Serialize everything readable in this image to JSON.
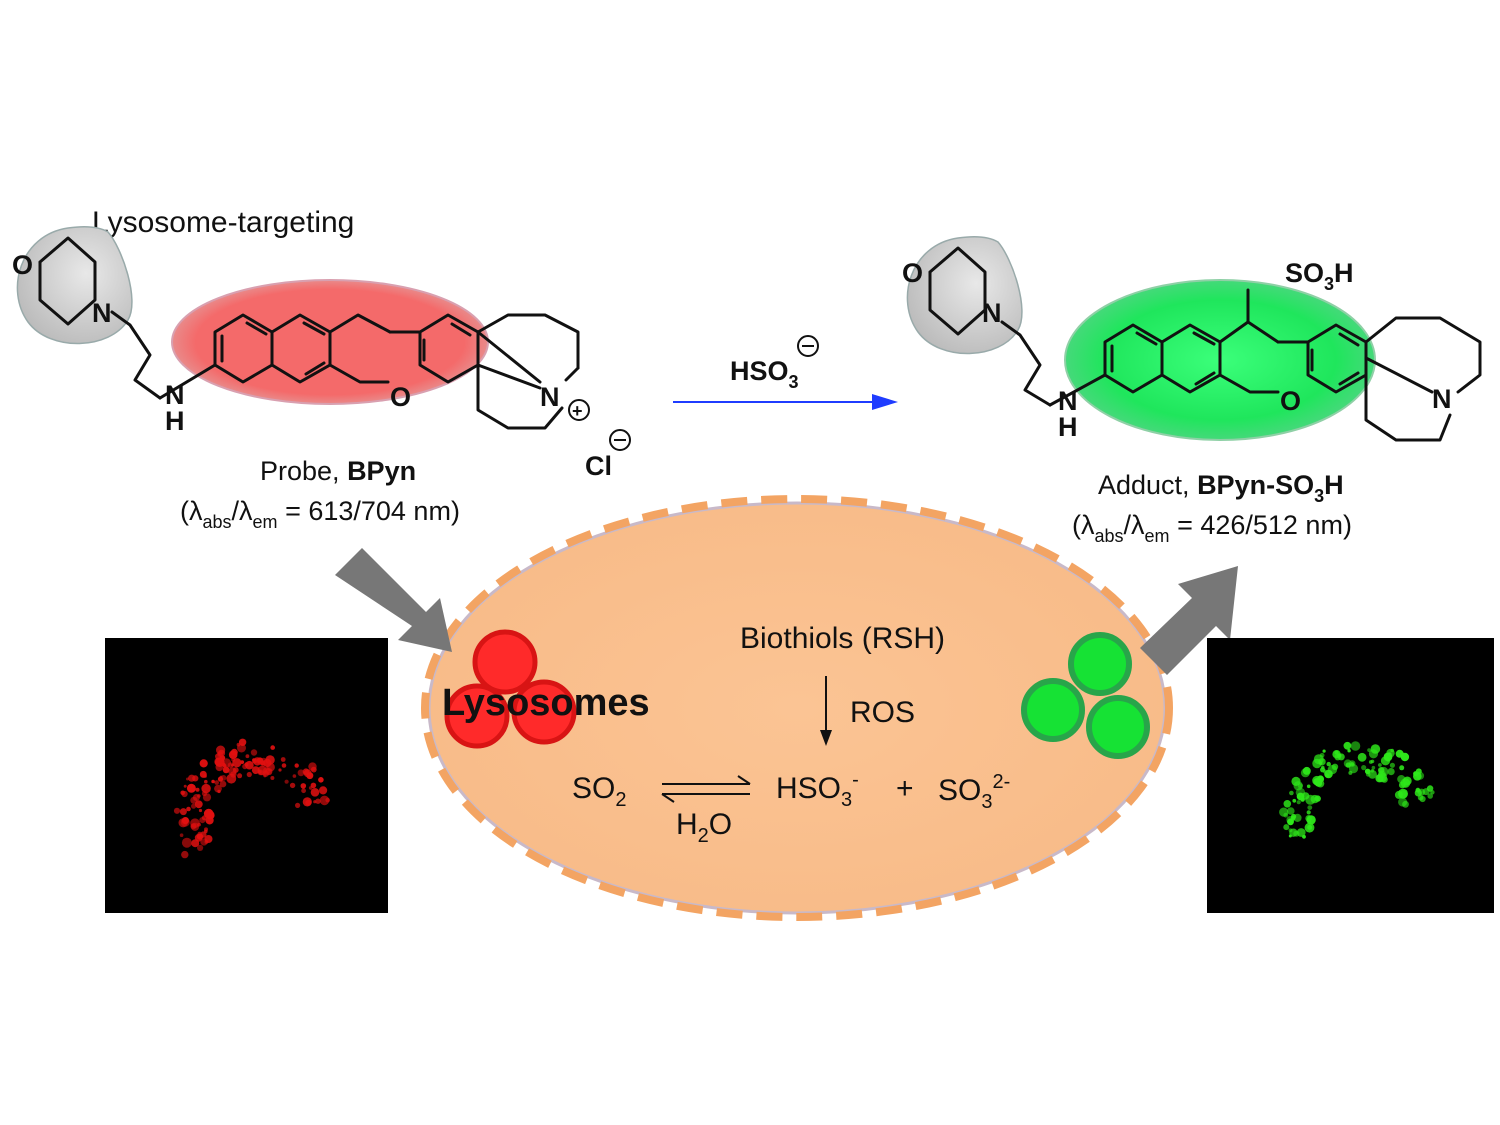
{
  "probe": {
    "targeting_label": "Lysosome-targeting",
    "name_prefix": "Probe, ",
    "name_bold": "BPyn",
    "atom_O_morph": "O",
    "atom_N_morph": "N",
    "atom_N_amine": "N",
    "atom_H_amine": "H",
    "atom_O_ring": "O",
    "atom_N_ring": "N",
    "charge_plus": "+",
    "counterion": "Cl",
    "wavelength_lambda": "λ",
    "wavelength_abs": "abs",
    "wavelength_em": "em",
    "wavelength_value": " = 613/704 nm)",
    "wavelength_open": "("
  },
  "reagent": {
    "label": "HSO",
    "subscript": "3",
    "charge": "−"
  },
  "adduct": {
    "name_prefix": "Adduct, ",
    "name_bold": "BPyn-SO",
    "name_bold_sub": "3",
    "name_bold_end": "H",
    "so3h": "SO",
    "so3h_sub": "3",
    "so3h_end": "H",
    "atom_O_morph": "O",
    "atom_N_morph": "N",
    "atom_N_amine": "N",
    "atom_H_amine": "H",
    "atom_O_ring": "O",
    "atom_N_ring": "N",
    "wavelength_lambda": "λ",
    "wavelength_abs": "abs",
    "wavelength_em": "em",
    "wavelength_value": " = 426/512 nm)",
    "wavelength_open": "("
  },
  "cell": {
    "lysosomes_label": "Lysosomes",
    "biothiols": "Biothiols (RSH)",
    "ros": "ROS",
    "so2": "SO",
    "so2_sub": "2",
    "h2o_h": "H",
    "h2o_sub": "2",
    "h2o_o": "O",
    "hso3": "HSO",
    "hso3_sub": "3",
    "hso3_sup": "-",
    "plus": "+",
    "so3": "SO",
    "so3_sub": "3",
    "so3_sup": "2-"
  },
  "colors": {
    "red_glow": "#f46a6a",
    "green_glow": "#22e860",
    "cell_fill": "#fbc08f",
    "cell_border": "#f0a060",
    "arrow_gray": "#777777",
    "reaction_arrow": "#1f3cff"
  }
}
